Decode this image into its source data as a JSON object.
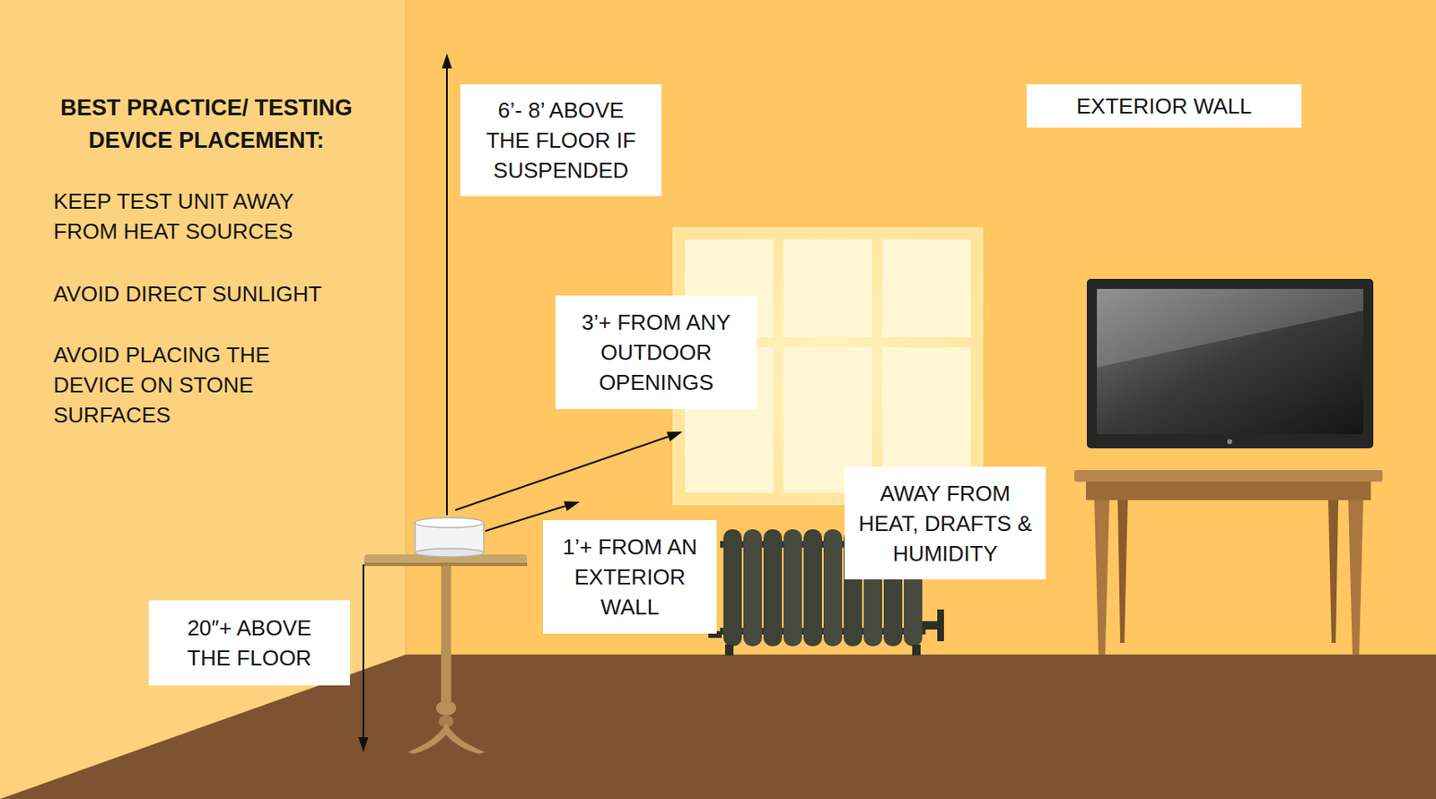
{
  "diagram": {
    "title": "BEST PRACTICE/ TESTING DEVICE PLACEMENT:",
    "nodes": [
      {
        "text": [
          "6’- 8’ ABOVE THE FLOOR IF SUSPENDED"
        ]
      },
      {
        "text": [
          "EXTERIOR WALL"
        ]
      },
      {
        "text": [
          "3’+ FROM ANY OUTDOOR OPENINGS"
        ]
      },
      {
        "text": [
          "AWAY FROM HEAT, DRAFTS & HUMIDITY"
        ]
      },
      {
        "text": [
          "1’+ FROM AN EXTERIOR WALL"
        ]
      },
      {
        "text": [
          "20″+ ABOVE THE FLOOR"
        ]
      }
    ],
    "labels": [
      "KEEP TEST UNIT AWAY FROM HEAT SOURCES",
      "AVOID DIRECT SUNLIGHT",
      "AVOID PLACING THE DEVICE ON STONE SURFACES"
    ]
  }
}
